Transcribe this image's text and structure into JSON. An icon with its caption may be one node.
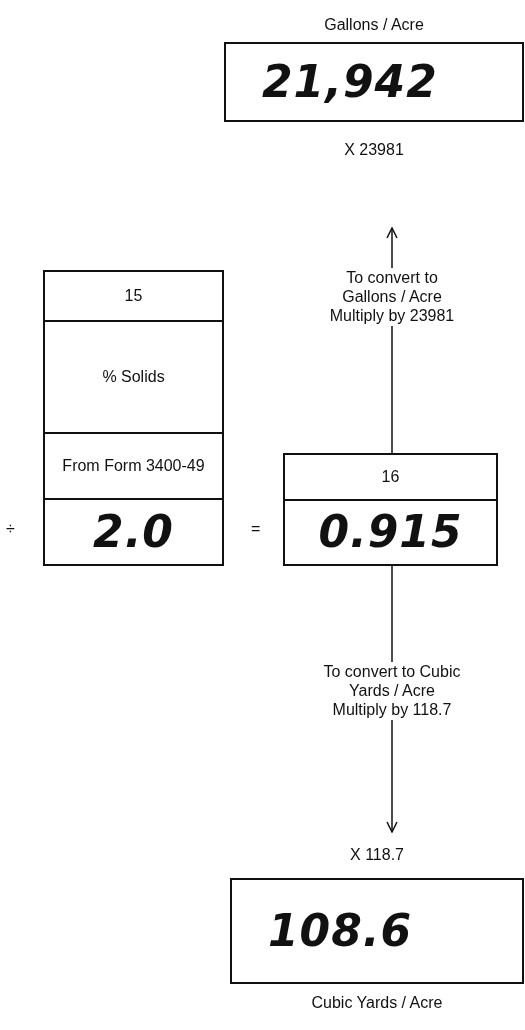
{
  "diagram": {
    "nodes": [
      {
        "text": [
          "Gallons / Acre",
          "21,942"
        ],
        "beside": [
          "X 23981"
        ]
      },
      {
        "text": [
          "15",
          "% Solids",
          "From Form 3400-49",
          "2.0"
        ]
      },
      {
        "text": [
          "16",
          "0.915"
        ]
      },
      {
        "text": [
          "108.6",
          "Cubic Yards / Acre"
        ],
        "beside": [
          "X 118.7"
        ]
      }
    ],
    "edges": [
      {
        "from": 2,
        "to": 0,
        "arrow": "to",
        "label": "To convert to Gallons / Acre Multiply by 23981"
      },
      {
        "from": 2,
        "to": 3,
        "arrow": "to",
        "label": "To convert to Cubic Yards / Acre Multiply by 118.7"
      }
    ],
    "labels": [
      "÷",
      "="
    ]
  }
}
